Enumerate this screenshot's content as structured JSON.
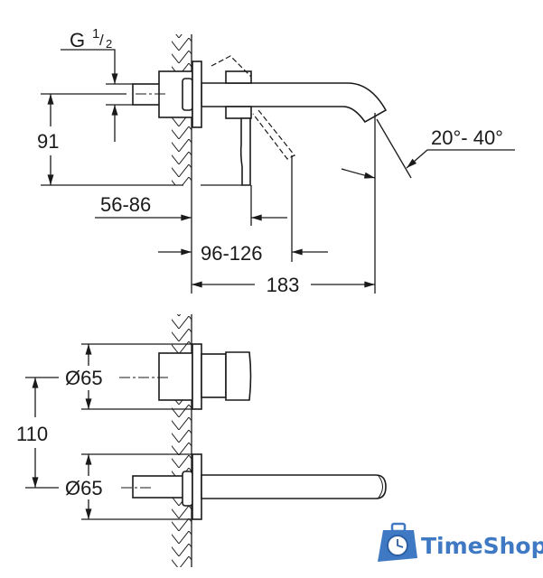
{
  "side_view": {
    "thread_label": "G",
    "thread_num": "1",
    "thread_den": "2",
    "height_dim": "91",
    "wall_depth_dim": "56-86",
    "lever_dim": "96-126",
    "spout_length_dim": "183",
    "angle_dim": "20°- 40°"
  },
  "front_view": {
    "upper_diameter_dim": "Ø65",
    "lower_diameter_dim": "Ø65",
    "spacing_dim": "110"
  },
  "watermark": {
    "text": "TimeShop",
    "color": "#3f79c4"
  }
}
